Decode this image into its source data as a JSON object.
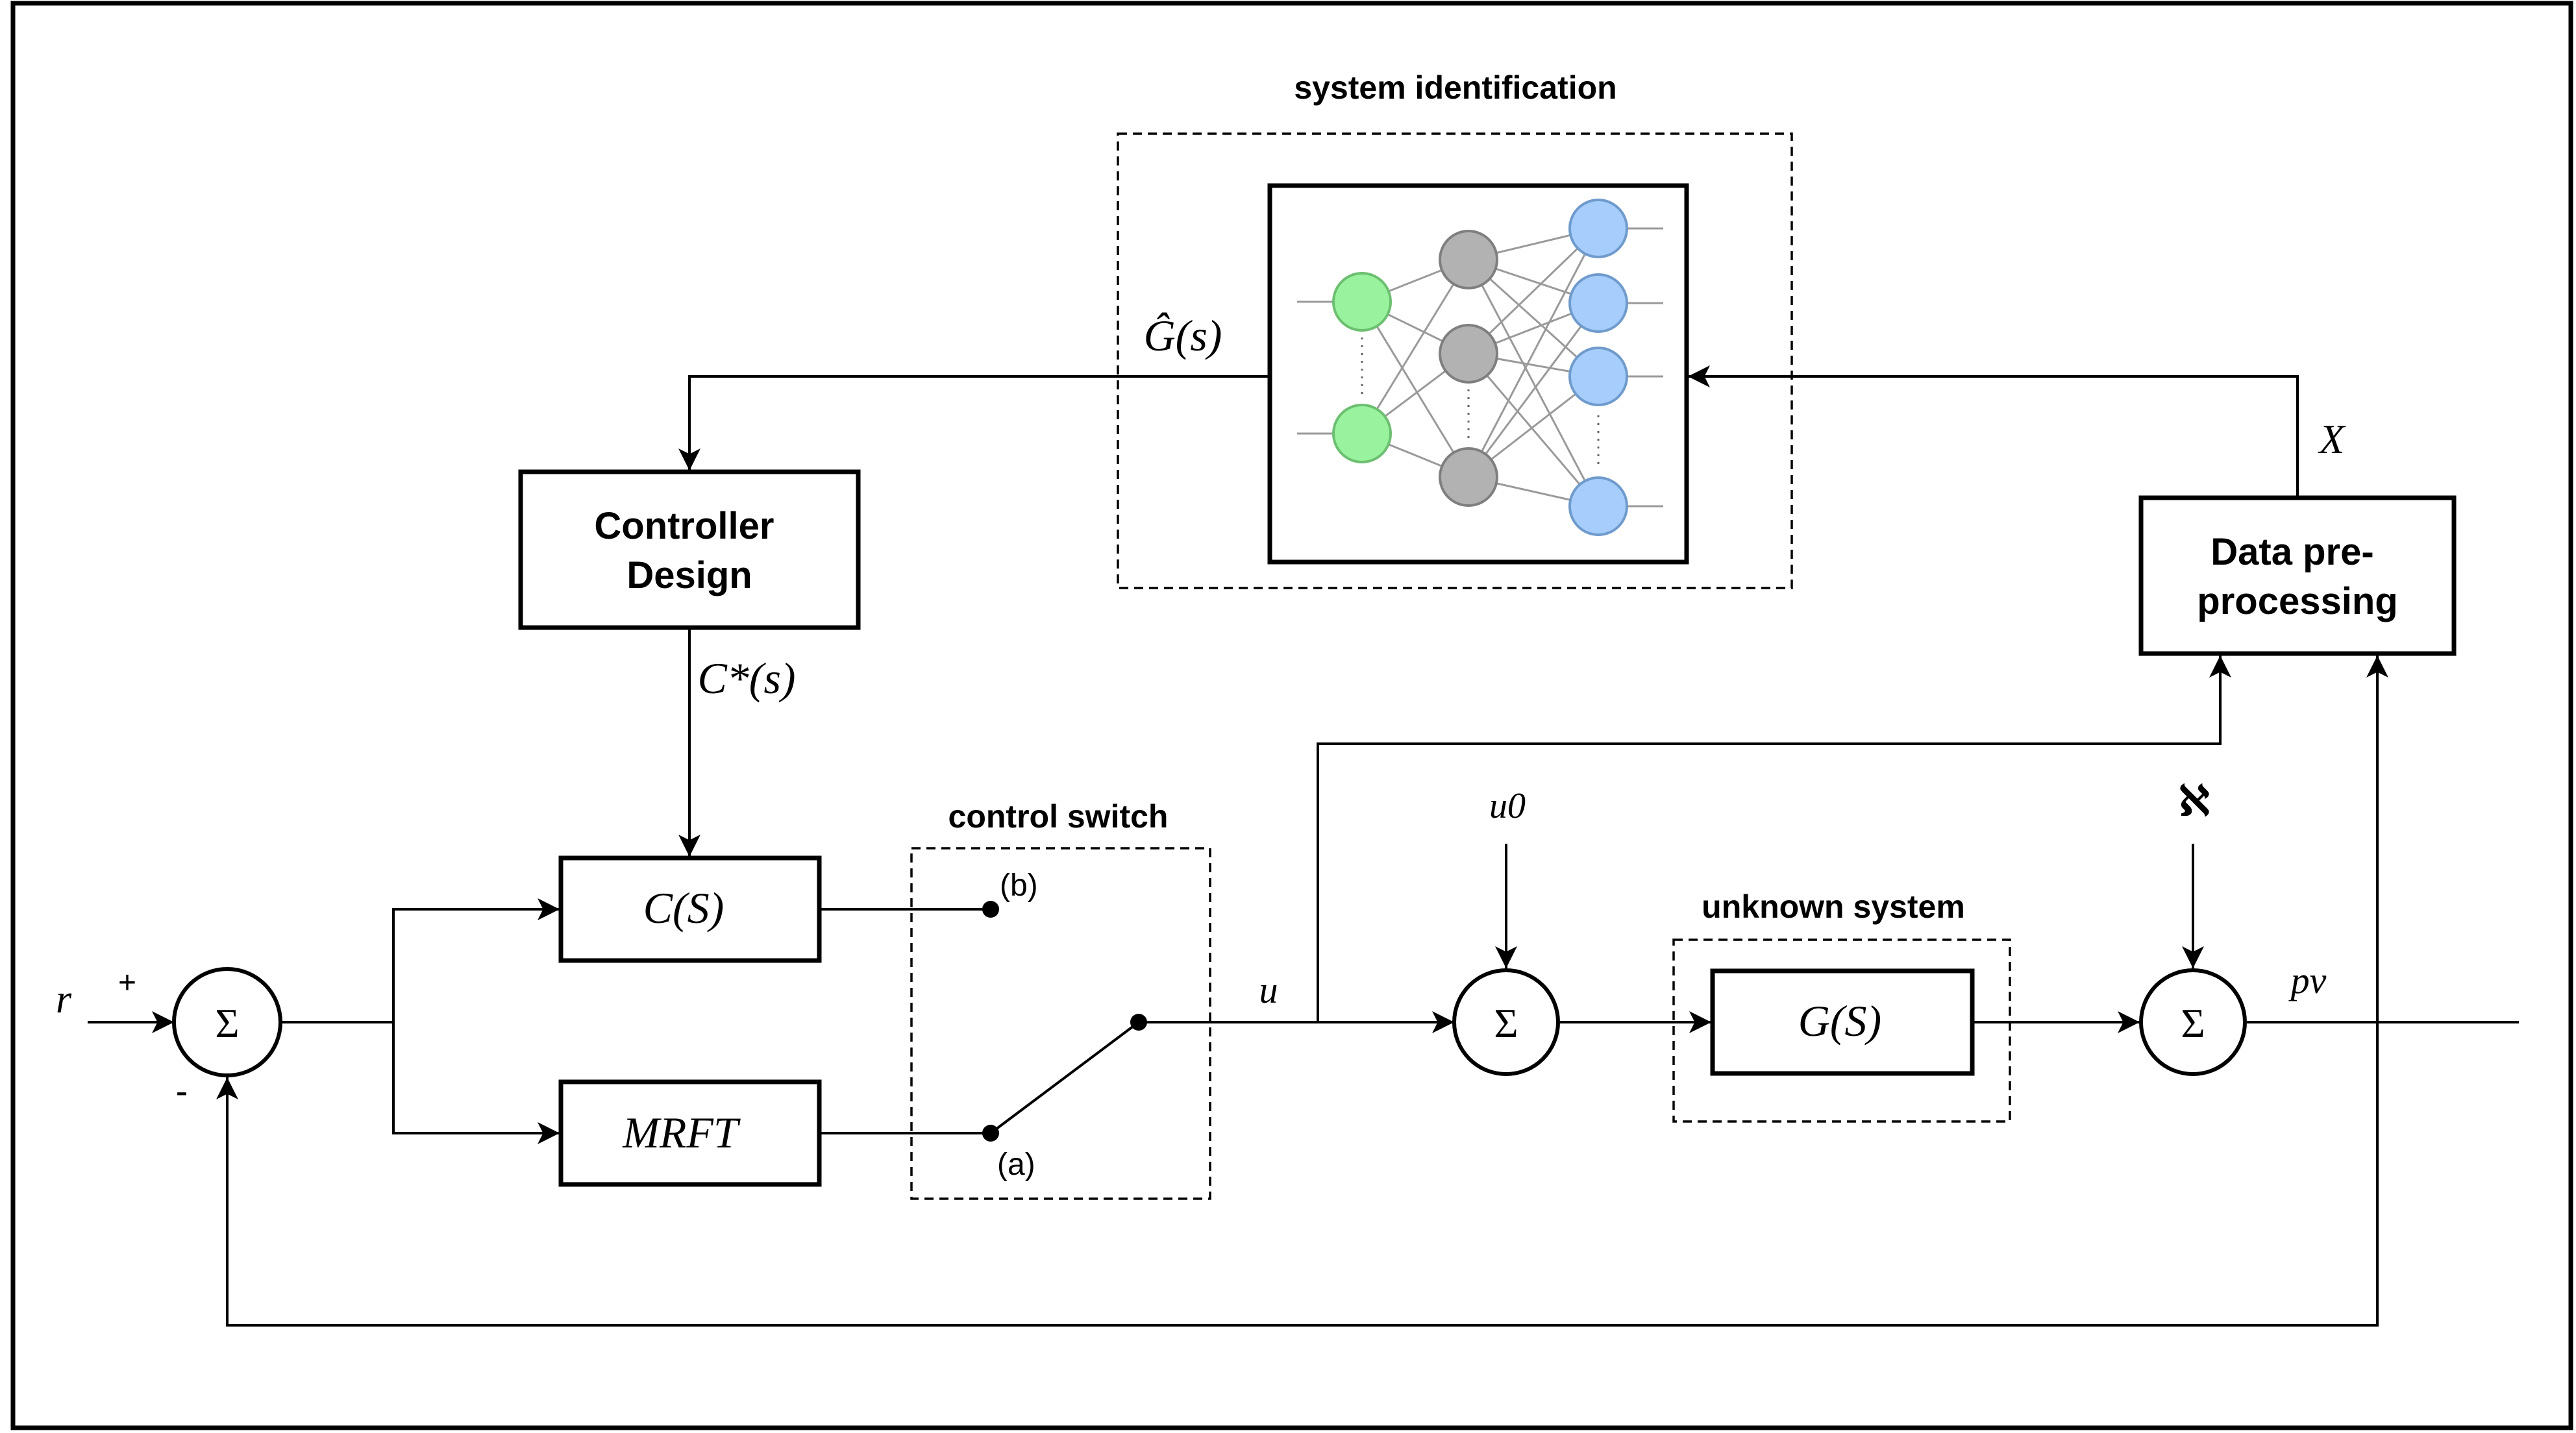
{
  "colors": {
    "input_neuron": "#99f39e",
    "hidden_neuron": "#b2b2b2",
    "output_neuron": "#a6cdfb",
    "stroke": "#000000"
  },
  "groups": {
    "system_identification": "system identification",
    "control_switch": "control switch",
    "unknown_system": "unknown system"
  },
  "blocks": {
    "controller_design": [
      "Controller",
      "Design"
    ],
    "data_preprocessing": [
      "Data pre-",
      "processing"
    ],
    "c_of_s": "C(S)",
    "mrft": "MRFT",
    "g_of_s": "G(S)",
    "sum_symbol": "Σ",
    "neural_network_icon": "neural-network-icon"
  },
  "signals": {
    "r": "r",
    "plus": "+",
    "minus": "-",
    "g_hat": "Ĝ(s)",
    "c_star": "C*(s)",
    "x": "X",
    "u": "u",
    "u0": "u0",
    "aleph": "ℵ",
    "pv": "pv",
    "switch_b": "(b)",
    "switch_a": "(a)"
  }
}
